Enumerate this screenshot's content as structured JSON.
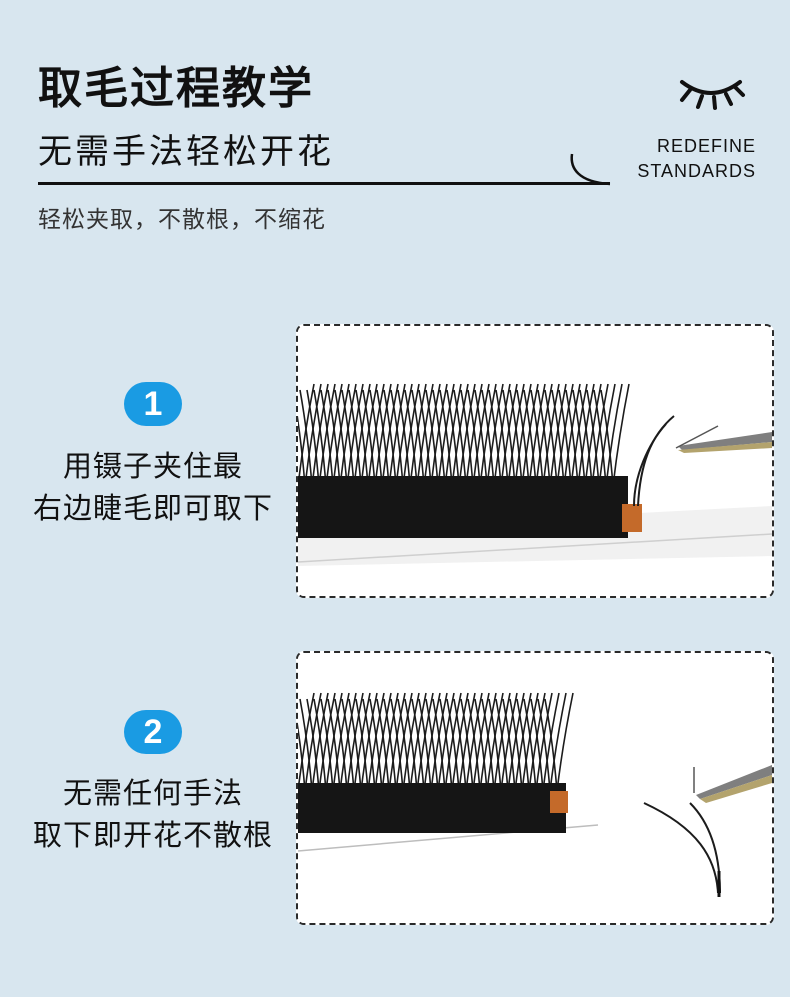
{
  "header": {
    "title": "取毛过程教学",
    "subtitle": "无需手法轻松开花",
    "description": "轻松夹取，不散根，不缩花",
    "brand_line1": "REDEFINE",
    "brand_line2": "STANDARDS"
  },
  "steps": [
    {
      "number": "1",
      "line1": "用镊子夹住最",
      "line2": "右边睫毛即可取下"
    },
    {
      "number": "2",
      "line1": "无需任何手法",
      "line2": "取下即开花不散根"
    }
  ],
  "colors": {
    "background": "#d8e6ef",
    "badge": "#1a9be3",
    "tape": "#c46a2a"
  }
}
